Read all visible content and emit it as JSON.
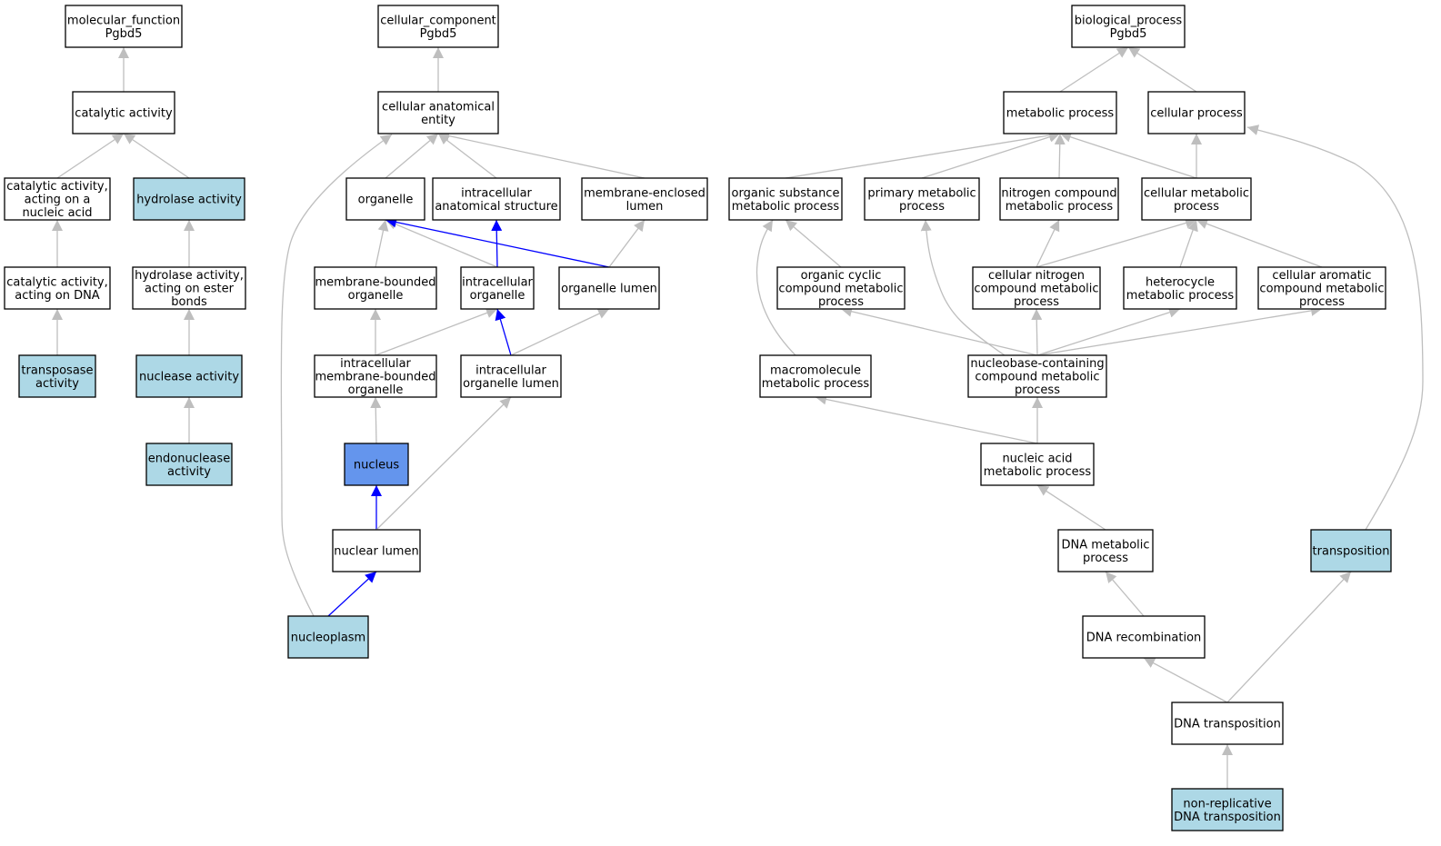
{
  "colors": {
    "default_fill": "#ffffff",
    "annotated_fill": "#add8e6",
    "query_fill": "#6495ed",
    "edge_default": "#bebebe",
    "edge_highlight": "#0000ff"
  },
  "nodes": [
    {
      "id": "mf",
      "lines": [
        "molecular_function",
        "Pgbd5"
      ],
      "style": "default"
    },
    {
      "id": "cat",
      "lines": [
        "catalytic activity"
      ],
      "style": "default"
    },
    {
      "id": "catna",
      "lines": [
        "catalytic activity,",
        "acting on a",
        "nucleic acid"
      ],
      "style": "default"
    },
    {
      "id": "hyd",
      "lines": [
        "hydrolase activity"
      ],
      "style": "annotated"
    },
    {
      "id": "catdna",
      "lines": [
        "catalytic activity,",
        "acting on DNA"
      ],
      "style": "default"
    },
    {
      "id": "hydest",
      "lines": [
        "hydrolase activity,",
        "acting on ester",
        "bonds"
      ],
      "style": "default"
    },
    {
      "id": "transp",
      "lines": [
        "transposase",
        "activity"
      ],
      "style": "annotated"
    },
    {
      "id": "nuclact",
      "lines": [
        "nuclease activity"
      ],
      "style": "annotated"
    },
    {
      "id": "endo",
      "lines": [
        "endonuclease",
        "activity"
      ],
      "style": "annotated"
    },
    {
      "id": "cc",
      "lines": [
        "cellular_component",
        "Pgbd5"
      ],
      "style": "default"
    },
    {
      "id": "cae",
      "lines": [
        "cellular anatomical",
        "entity"
      ],
      "style": "default"
    },
    {
      "id": "org",
      "lines": [
        "organelle"
      ],
      "style": "default"
    },
    {
      "id": "ias",
      "lines": [
        "intracellular",
        "anatomical structure"
      ],
      "style": "default"
    },
    {
      "id": "mel",
      "lines": [
        "membrane-enclosed",
        "lumen"
      ],
      "style": "default"
    },
    {
      "id": "mbo",
      "lines": [
        "membrane-bounded",
        "organelle"
      ],
      "style": "default"
    },
    {
      "id": "io",
      "lines": [
        "intracellular",
        "organelle"
      ],
      "style": "default"
    },
    {
      "id": "ol",
      "lines": [
        "organelle lumen"
      ],
      "style": "default"
    },
    {
      "id": "imbo",
      "lines": [
        "intracellular",
        "membrane-bounded",
        "organelle"
      ],
      "style": "default"
    },
    {
      "id": "iol",
      "lines": [
        "intracellular",
        "organelle lumen"
      ],
      "style": "default"
    },
    {
      "id": "nuc",
      "lines": [
        "nucleus"
      ],
      "style": "query"
    },
    {
      "id": "nl",
      "lines": [
        "nuclear lumen"
      ],
      "style": "default"
    },
    {
      "id": "np",
      "lines": [
        "nucleoplasm"
      ],
      "style": "annotated"
    },
    {
      "id": "bp",
      "lines": [
        "biological_process",
        "Pgbd5"
      ],
      "style": "default"
    },
    {
      "id": "mp",
      "lines": [
        "metabolic process"
      ],
      "style": "default"
    },
    {
      "id": "cp",
      "lines": [
        "cellular process"
      ],
      "style": "default"
    },
    {
      "id": "osmp",
      "lines": [
        "organic substance",
        "metabolic process"
      ],
      "style": "default"
    },
    {
      "id": "pmp",
      "lines": [
        "primary metabolic",
        "process"
      ],
      "style": "default"
    },
    {
      "id": "ncmp",
      "lines": [
        "nitrogen compound",
        "metabolic process"
      ],
      "style": "default"
    },
    {
      "id": "cmp",
      "lines": [
        "cellular metabolic",
        "process"
      ],
      "style": "default"
    },
    {
      "id": "occmp",
      "lines": [
        "organic cyclic",
        "compound metabolic",
        "process"
      ],
      "style": "default"
    },
    {
      "id": "cncmp",
      "lines": [
        "cellular nitrogen",
        "compound metabolic",
        "process"
      ],
      "style": "default"
    },
    {
      "id": "hmp",
      "lines": [
        "heterocycle",
        "metabolic process"
      ],
      "style": "default"
    },
    {
      "id": "cacmp",
      "lines": [
        "cellular aromatic",
        "compound metabolic",
        "process"
      ],
      "style": "default"
    },
    {
      "id": "mmp",
      "lines": [
        "macromolecule",
        "metabolic process"
      ],
      "style": "default"
    },
    {
      "id": "nbcmp",
      "lines": [
        "nucleobase-containing",
        "compound metabolic",
        "process"
      ],
      "style": "default"
    },
    {
      "id": "namp",
      "lines": [
        "nucleic acid",
        "metabolic process"
      ],
      "style": "default"
    },
    {
      "id": "dmp",
      "lines": [
        "DNA metabolic",
        "process"
      ],
      "style": "default"
    },
    {
      "id": "trans",
      "lines": [
        "transposition"
      ],
      "style": "annotated"
    },
    {
      "id": "drec",
      "lines": [
        "DNA recombination"
      ],
      "style": "default"
    },
    {
      "id": "dtr",
      "lines": [
        "DNA transposition"
      ],
      "style": "default"
    },
    {
      "id": "nrdt",
      "lines": [
        "non-replicative",
        "DNA transposition"
      ],
      "style": "annotated"
    }
  ],
  "edges": [
    {
      "child": "cat",
      "parent": "mf",
      "highlight": false
    },
    {
      "child": "catna",
      "parent": "cat",
      "highlight": false
    },
    {
      "child": "hyd",
      "parent": "cat",
      "highlight": false
    },
    {
      "child": "catdna",
      "parent": "catna",
      "highlight": false
    },
    {
      "child": "hydest",
      "parent": "hyd",
      "highlight": false
    },
    {
      "child": "transp",
      "parent": "catdna",
      "highlight": false
    },
    {
      "child": "nuclact",
      "parent": "hydest",
      "highlight": false
    },
    {
      "child": "endo",
      "parent": "nuclact",
      "highlight": false
    },
    {
      "child": "cae",
      "parent": "cc",
      "highlight": false
    },
    {
      "child": "org",
      "parent": "cae",
      "highlight": false
    },
    {
      "child": "ias",
      "parent": "cae",
      "highlight": false
    },
    {
      "child": "mel",
      "parent": "cae",
      "highlight": false
    },
    {
      "child": "np",
      "parent": "cae",
      "highlight": false
    },
    {
      "child": "mbo",
      "parent": "org",
      "highlight": false
    },
    {
      "child": "io",
      "parent": "org",
      "highlight": false
    },
    {
      "child": "io",
      "parent": "ias",
      "highlight": true
    },
    {
      "child": "ol",
      "parent": "org",
      "highlight": true
    },
    {
      "child": "ol",
      "parent": "mel",
      "highlight": false
    },
    {
      "child": "imbo",
      "parent": "mbo",
      "highlight": false
    },
    {
      "child": "imbo",
      "parent": "io",
      "highlight": false
    },
    {
      "child": "iol",
      "parent": "io",
      "highlight": true
    },
    {
      "child": "iol",
      "parent": "ol",
      "highlight": false
    },
    {
      "child": "nuc",
      "parent": "imbo",
      "highlight": false
    },
    {
      "child": "nl",
      "parent": "nuc",
      "highlight": true
    },
    {
      "child": "nl",
      "parent": "iol",
      "highlight": false
    },
    {
      "child": "np",
      "parent": "nl",
      "highlight": true
    },
    {
      "child": "mp",
      "parent": "bp",
      "highlight": false
    },
    {
      "child": "cp",
      "parent": "bp",
      "highlight": false
    },
    {
      "child": "osmp",
      "parent": "mp",
      "highlight": false
    },
    {
      "child": "pmp",
      "parent": "mp",
      "highlight": false
    },
    {
      "child": "ncmp",
      "parent": "mp",
      "highlight": false
    },
    {
      "child": "cmp",
      "parent": "mp",
      "highlight": false
    },
    {
      "child": "cmp",
      "parent": "cp",
      "highlight": false
    },
    {
      "child": "trans",
      "parent": "cp",
      "highlight": false
    },
    {
      "child": "occmp",
      "parent": "osmp",
      "highlight": false
    },
    {
      "child": "mmp",
      "parent": "osmp",
      "highlight": false
    },
    {
      "child": "cncmp",
      "parent": "ncmp",
      "highlight": false
    },
    {
      "child": "cncmp",
      "parent": "cmp",
      "highlight": false
    },
    {
      "child": "hmp",
      "parent": "cmp",
      "highlight": false
    },
    {
      "child": "cacmp",
      "parent": "cmp",
      "highlight": false
    },
    {
      "child": "nbcmp",
      "parent": "pmp",
      "highlight": false
    },
    {
      "child": "nbcmp",
      "parent": "occmp",
      "highlight": false
    },
    {
      "child": "nbcmp",
      "parent": "cncmp",
      "highlight": false
    },
    {
      "child": "nbcmp",
      "parent": "hmp",
      "highlight": false
    },
    {
      "child": "nbcmp",
      "parent": "cacmp",
      "highlight": false
    },
    {
      "child": "namp",
      "parent": "nbcmp",
      "highlight": false
    },
    {
      "child": "namp",
      "parent": "mmp",
      "highlight": false
    },
    {
      "child": "dmp",
      "parent": "namp",
      "highlight": false
    },
    {
      "child": "drec",
      "parent": "dmp",
      "highlight": false
    },
    {
      "child": "dtr",
      "parent": "drec",
      "highlight": false
    },
    {
      "child": "dtr",
      "parent": "trans",
      "highlight": false
    },
    {
      "child": "nrdt",
      "parent": "dtr",
      "highlight": false
    }
  ]
}
